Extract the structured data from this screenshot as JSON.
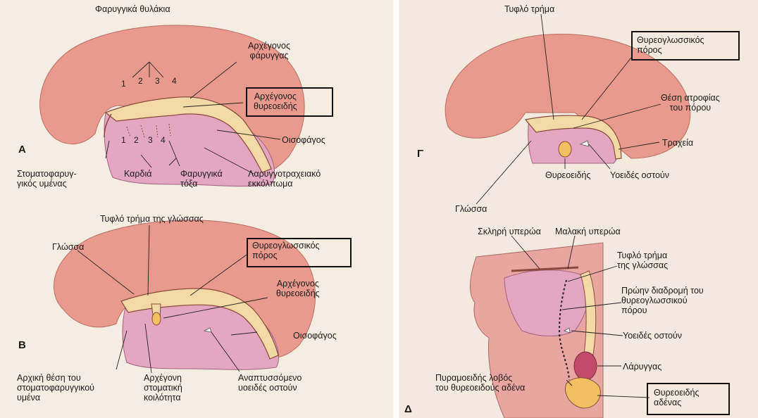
{
  "colors": {
    "brain": "#e99a8c",
    "body": "#e4a7c2",
    "pharynx": "#f2d9a6",
    "outline": "#8a4a3c"
  },
  "panel_a": {
    "letter": "Α",
    "pharyngeal_pouches": "Φαρυγγικά θυλάκια",
    "primitive_pharynx_l1": "Αρχέγονος",
    "primitive_pharynx_l2": "φάρυγγας",
    "primitive_thyroid_l1": "Αρχέγονος",
    "primitive_thyroid_l2": "θυρεοειδής",
    "esophagus": "Οισοφάγος",
    "oropharyngeal_membrane_l1": "Στοματοφαρυγ-",
    "oropharyngeal_membrane_l2": "γικός υμένας",
    "heart": "Καρδιά",
    "pharyngeal_arches_l1": "Φαρυγγικά",
    "pharyngeal_arches_l2": "τόξα",
    "laryngotracheal_l1": "Λαρυγγοτραχειακό",
    "laryngotracheal_l2": "εκκόλπωμα",
    "pouch_numbers": [
      "1",
      "2",
      "3",
      "4"
    ],
    "arch_numbers": [
      "1",
      "2",
      "3",
      "4"
    ]
  },
  "panel_b": {
    "letter": "Β",
    "foramen_cecum": "Τυφλό τρήμα της γλώσσας",
    "tongue": "Γλώσσα",
    "thyroglossal_duct_l1": "Θυρεογλωσσικός",
    "thyroglossal_duct_l2": "πόρος",
    "primitive_thyroid_l1": "Αρχέγονος",
    "primitive_thyroid_l2": "θυρεοειδής",
    "esophagus": "Οισοφάγος",
    "membrane_site_l1": "Αρχική θέση του",
    "membrane_site_l2": "στοματοφαρυγγικού",
    "membrane_site_l3": "υμένα",
    "oral_cavity_l1": "Αρχέγονη",
    "oral_cavity_l2": "στοματική",
    "oral_cavity_l3": "κοιλότητα",
    "hyoid_dev_l1": "Αναπτυσσόμενο",
    "hyoid_dev_l2": "υοειδές οστούν"
  },
  "panel_c": {
    "letter": "Γ",
    "foramen_cecum": "Τυφλό τρήμα",
    "thyroglossal_duct_l1": "Θυρεογλωσσικός",
    "thyroglossal_duct_l2": "πόρος",
    "atrophy_l1": "Θέση ατροφίας",
    "atrophy_l2": "του πόρου",
    "trachea": "Τραχεία",
    "thyroid": "Θυρεοειδής",
    "hyoid": "Υοειδές οστούν",
    "tongue": "Γλώσσα"
  },
  "panel_d": {
    "letter": "Δ",
    "hard_palate": "Σκληρή υπερώα",
    "soft_palate": "Μαλακή υπερώα",
    "foramen_cecum_l1": "Τυφλό τρήμα",
    "foramen_cecum_l2": "της γλώσσας",
    "former_path_l1": "Πρώην διαδρομή του",
    "former_path_l2": "θυρεογλωσσικού",
    "former_path_l3": "πόρου",
    "hyoid": "Υοειδές οστούν",
    "larynx": "Λάρυγγας",
    "pyramidal_l1": "Πυραμοειδής λοβός",
    "pyramidal_l2": "του θυρεοειδούς αδένα",
    "thyroid_gland_l1": "Θυρεοειδής",
    "thyroid_gland_l2": "αδένας"
  }
}
